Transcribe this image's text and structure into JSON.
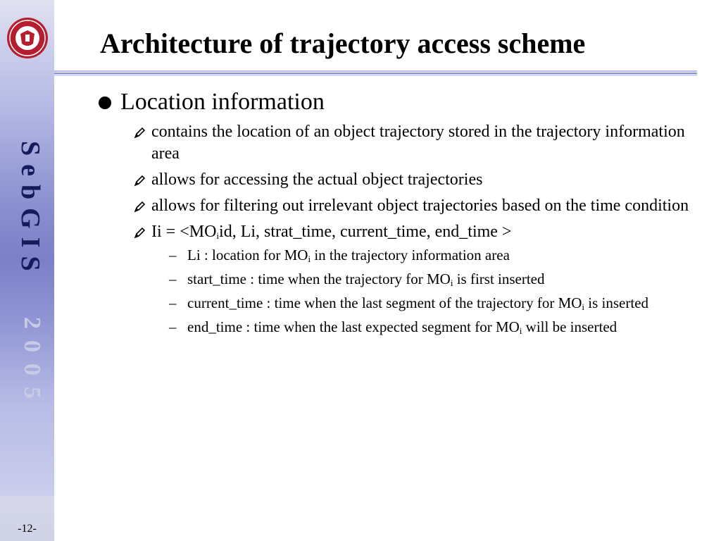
{
  "sidebar": {
    "brand": "SebGIS",
    "year": "2005",
    "logo_icon": "university-seal-icon",
    "page_number": "-12-"
  },
  "slide": {
    "title": "Architecture of trajectory access scheme",
    "bullet": "Location information",
    "points": [
      "contains the location of an object trajectory stored in the trajectory information area",
      "allows for accessing the actual object trajectories",
      "allows for filtering out irrelevant object trajectories based on the time condition"
    ],
    "formula": {
      "prefix": "Ii = <MO",
      "sub": "i",
      "suffix": "id, Li, strat_time, current_time, end_time >"
    },
    "subpoints": [
      {
        "pre": " Li : location for MO",
        "sub": "i",
        "post": " in the trajectory information area"
      },
      {
        "pre": " start_time : time when the trajectory for MO",
        "sub": "i",
        "post": " is first inserted"
      },
      {
        "pre": " current_time : time when the last segment of the trajectory for MO",
        "sub": "i",
        "post": " is inserted"
      },
      {
        "pre": " end_time : time when the last expected segment for MO",
        "sub": "i",
        "post": " will be inserted"
      }
    ]
  },
  "colors": {
    "brand_text": "#141a5a",
    "year_text": "#c9cbe6",
    "logo_red": "#b51e2e",
    "rule_blue": "#8b8fd6"
  }
}
